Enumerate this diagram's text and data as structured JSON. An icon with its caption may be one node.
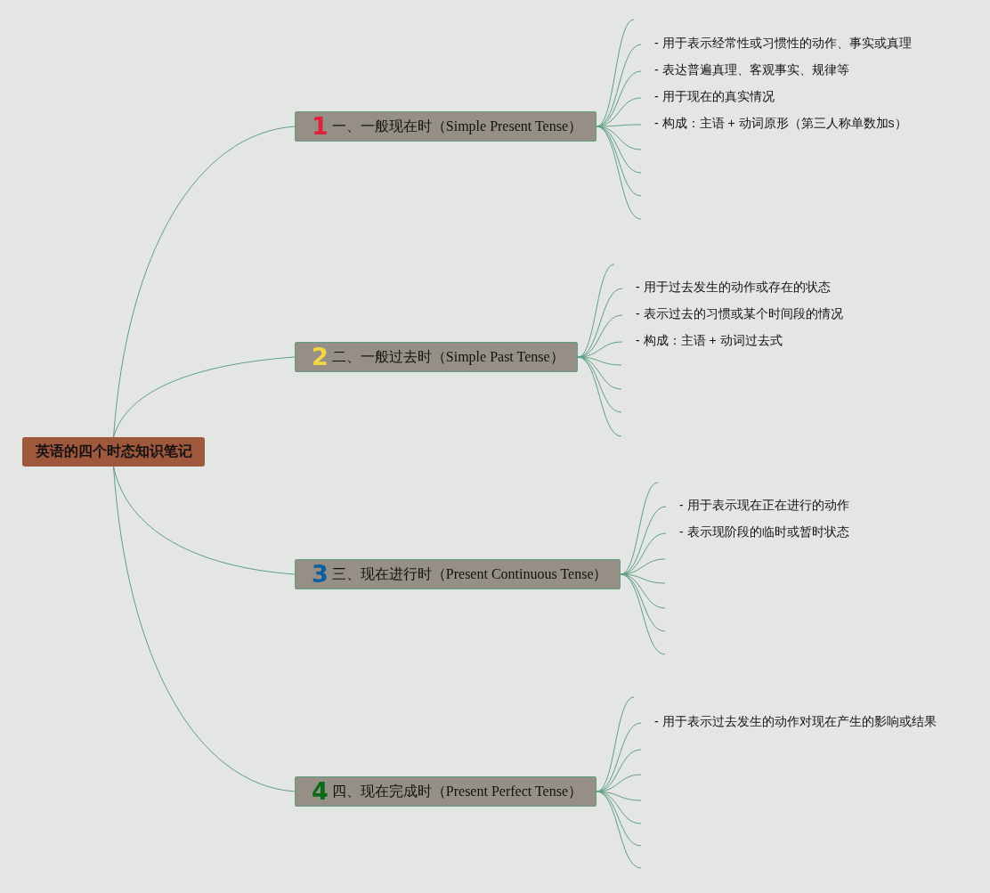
{
  "diagram": {
    "nodes": [
      {
        "text": [
          "英语的四个时态知识笔记"
        ]
      },
      {
        "text": [
          "1",
          "一、一般现在时（Simple Present Tense）"
        ]
      },
      {
        "text": [
          "- 用于表示经常性或习惯性的动作、事实或真理"
        ]
      },
      {
        "text": [
          "- 表达普遍真理、客观事实、规律等"
        ]
      },
      {
        "text": [
          "- 用于现在的真实情况"
        ]
      },
      {
        "text": [
          "- 构成：主语 + 动词原形（第三人称单数加s）"
        ]
      },
      {
        "text": [
          "2",
          "二、一般过去时（Simple Past Tense）"
        ]
      },
      {
        "text": [
          "- 用于过去发生的动作或存在的状态"
        ]
      },
      {
        "text": [
          "- 表示过去的习惯或某个时间段的情况"
        ]
      },
      {
        "text": [
          "- 构成：主语 + 动词过去式"
        ]
      },
      {
        "text": [
          "3",
          "三、现在进行时（Present Continuous Tense）"
        ]
      },
      {
        "text": [
          "- 用于表示现在正在进行的动作"
        ]
      },
      {
        "text": [
          "- 表示现阶段的临时或暂时状态"
        ]
      },
      {
        "text": [
          "4",
          "四、现在完成时（Present Perfect Tense）"
        ]
      },
      {
        "text": [
          "- 用于表示过去发生的动作对现在产生的影响或结果"
        ]
      }
    ],
    "edges": [
      {
        "from": 0,
        "to": 1,
        "arrow": "none"
      },
      {
        "from": 1,
        "to": null,
        "arrow": "none"
      },
      {
        "from": 1,
        "to": 2,
        "arrow": "none"
      },
      {
        "from": 1,
        "to": 3,
        "arrow": "none"
      },
      {
        "from": 1,
        "to": 4,
        "arrow": "none"
      },
      {
        "from": 1,
        "to": 5,
        "arrow": "none"
      },
      {
        "from": 1,
        "to": null,
        "arrow": "none"
      },
      {
        "from": 1,
        "to": null,
        "arrow": "none"
      },
      {
        "from": 1,
        "to": null,
        "arrow": "none"
      },
      {
        "from": 1,
        "to": null,
        "arrow": "none"
      },
      {
        "from": 0,
        "to": 6,
        "arrow": "none"
      },
      {
        "from": 6,
        "to": null,
        "arrow": "none"
      },
      {
        "from": 6,
        "to": 7,
        "arrow": "none"
      },
      {
        "from": 6,
        "to": 8,
        "arrow": "none"
      },
      {
        "from": 6,
        "to": 9,
        "arrow": "none"
      },
      {
        "from": 6,
        "to": null,
        "arrow": "none"
      },
      {
        "from": 6,
        "to": null,
        "arrow": "none"
      },
      {
        "from": 6,
        "to": null,
        "arrow": "none"
      },
      {
        "from": 6,
        "to": null,
        "arrow": "none"
      },
      {
        "from": 0,
        "to": 10,
        "arrow": "none"
      },
      {
        "from": 10,
        "to": null,
        "arrow": "none"
      },
      {
        "from": 10,
        "to": 11,
        "arrow": "none"
      },
      {
        "from": 10,
        "to": 12,
        "arrow": "none"
      },
      {
        "from": 10,
        "to": null,
        "arrow": "none"
      },
      {
        "from": 10,
        "to": null,
        "arrow": "none"
      },
      {
        "from": 10,
        "to": null,
        "arrow": "none"
      },
      {
        "from": 10,
        "to": null,
        "arrow": "none"
      },
      {
        "from": 10,
        "to": null,
        "arrow": "none"
      },
      {
        "from": 0,
        "to": 13,
        "arrow": "none"
      },
      {
        "from": 13,
        "to": null,
        "arrow": "none"
      },
      {
        "from": 13,
        "to": 14,
        "arrow": "none"
      },
      {
        "from": 13,
        "to": null,
        "arrow": "none"
      },
      {
        "from": 13,
        "to": null,
        "arrow": "none"
      },
      {
        "from": 13,
        "to": null,
        "arrow": "none"
      },
      {
        "from": 13,
        "to": null,
        "arrow": "none"
      },
      {
        "from": 13,
        "to": null,
        "arrow": "none"
      },
      {
        "from": 13,
        "to": null,
        "arrow": "none"
      }
    ]
  }
}
